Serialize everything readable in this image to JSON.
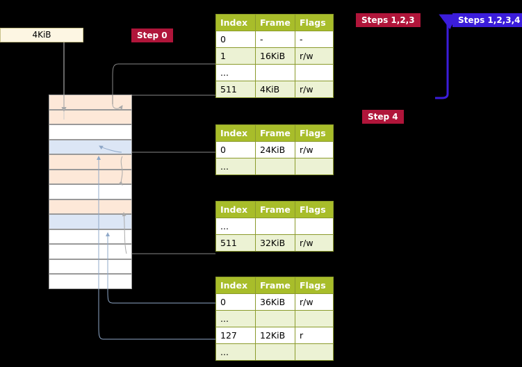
{
  "labels": {
    "kib_box": "4KiB",
    "step0": "Step 0",
    "step123": "Steps 1,2,3",
    "step1234": "Steps 1,2,3,4",
    "step4": "Step 4"
  },
  "colors": {
    "header_green": "#a8bd2a",
    "row_alt": "#ecf2d4",
    "crimson": "#b0153a",
    "blue": "#3b1ddb",
    "box_cream": "#fdf6e3",
    "mem_peach": "#fde8d8",
    "mem_blue": "#dce6f5",
    "arrow_gray": "#aaaaaa",
    "arrow_blue": "#8fa8c8"
  },
  "tables": [
    {
      "id": "page-table-1",
      "headers": [
        "Index",
        "Frame",
        "Flags"
      ],
      "rows": [
        {
          "style": "plain",
          "cells": [
            "0",
            "-",
            "-"
          ]
        },
        {
          "style": "alt",
          "cells": [
            "1",
            "16KiB",
            "r/w"
          ]
        },
        {
          "style": "plain",
          "cells": [
            "...",
            "",
            ""
          ]
        },
        {
          "style": "alt",
          "cells": [
            "511",
            "4KiB",
            "r/w"
          ]
        }
      ]
    },
    {
      "id": "page-table-2",
      "headers": [
        "Index",
        "Frame",
        "Flags"
      ],
      "rows": [
        {
          "style": "plain",
          "cells": [
            "0",
            "24KiB",
            "r/w"
          ]
        },
        {
          "style": "alt",
          "cells": [
            "...",
            "",
            ""
          ]
        }
      ]
    },
    {
      "id": "page-table-3",
      "headers": [
        "Index",
        "Frame",
        "Flags"
      ],
      "rows": [
        {
          "style": "plain",
          "cells": [
            "...",
            "",
            ""
          ]
        },
        {
          "style": "alt",
          "cells": [
            "511",
            "32KiB",
            "r/w"
          ]
        }
      ]
    },
    {
      "id": "page-table-4",
      "headers": [
        "Index",
        "Frame",
        "Flags"
      ],
      "rows": [
        {
          "style": "plain",
          "cells": [
            "0",
            "36KiB",
            "r/w"
          ]
        },
        {
          "style": "alt",
          "cells": [
            "...",
            "",
            ""
          ]
        },
        {
          "style": "plain",
          "cells": [
            "127",
            "12KiB",
            "r"
          ]
        },
        {
          "style": "alt",
          "cells": [
            "...",
            "",
            ""
          ]
        }
      ]
    }
  ],
  "memory_cells": [
    {
      "fill": "#fde8d8"
    },
    {
      "fill": "#fde8d8"
    },
    {
      "fill": "#ffffff"
    },
    {
      "fill": "#dce6f5"
    },
    {
      "fill": "#fde8d8"
    },
    {
      "fill": "#fde8d8"
    },
    {
      "fill": "#ffffff"
    },
    {
      "fill": "#fde8d8"
    },
    {
      "fill": "#dce6f5"
    },
    {
      "fill": "#ffffff"
    },
    {
      "fill": "#ffffff"
    },
    {
      "fill": "#ffffff"
    },
    {
      "fill": "#ffffff"
    }
  ]
}
